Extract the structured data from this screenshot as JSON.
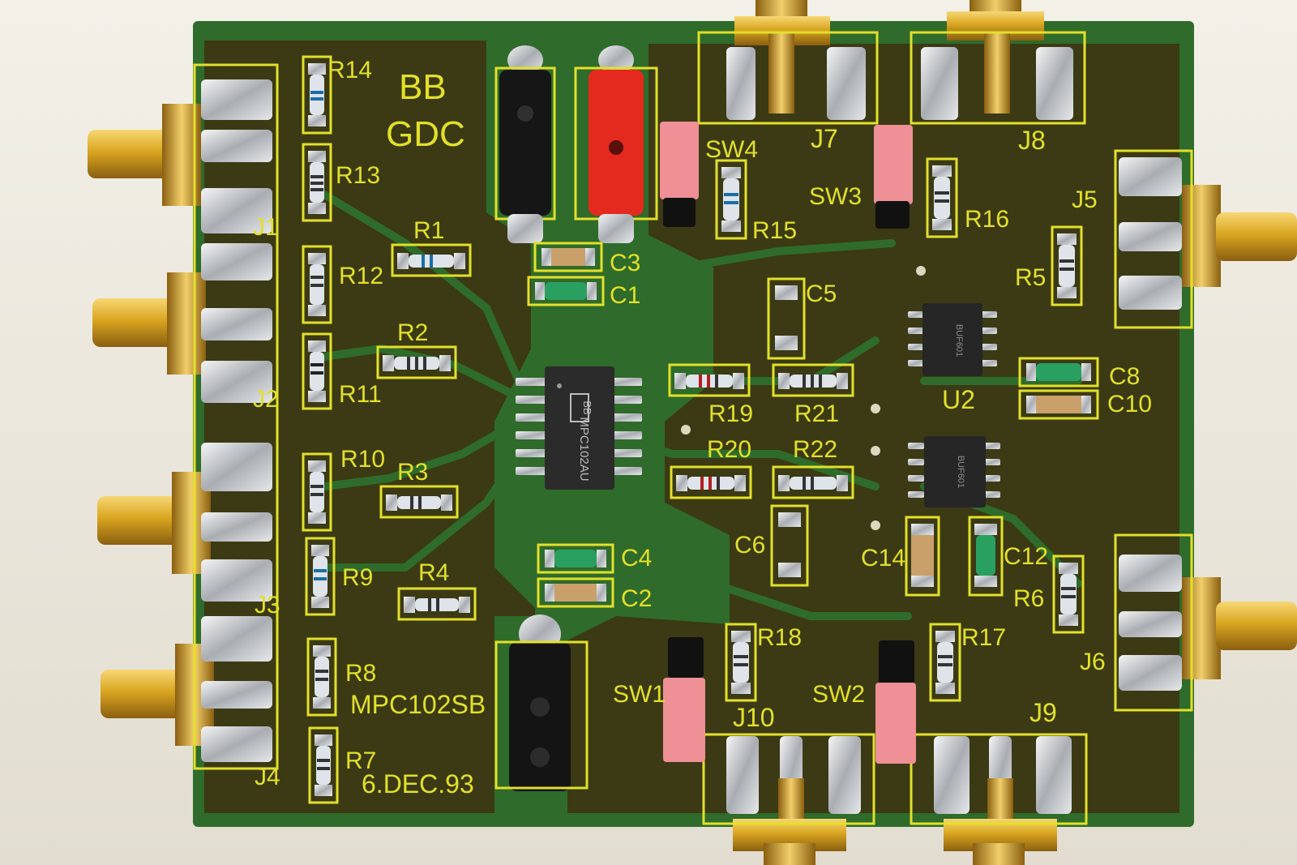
{
  "board": {
    "header_line1": "BB",
    "header_line2": "GDC",
    "part_number": "MPC102SB",
    "date": "6.DEC.93"
  },
  "chips": {
    "main_brand": "BB",
    "main_mark": "MPC102AU",
    "u2_mark": "BUF601",
    "u2b_mark": "BUF601"
  },
  "labels": {
    "R1": "R1",
    "R2": "R2",
    "R3": "R3",
    "R4": "R4",
    "R5": "R5",
    "R6": "R6",
    "R7": "R7",
    "R8": "R8",
    "R9": "R9",
    "R10": "R10",
    "R11": "R11",
    "R12": "R12",
    "R13": "R13",
    "R14": "R14",
    "R15": "R15",
    "R16": "R16",
    "R17": "R17",
    "R18": "R18",
    "R19": "R19",
    "R20": "R20",
    "R21": "R21",
    "R22": "R22",
    "C1": "C1",
    "C2": "C2",
    "C3": "C3",
    "C4": "C4",
    "C5": "C5",
    "C6": "C6",
    "C8": "C8",
    "C10": "C10",
    "C12": "C12",
    "C14": "C14",
    "J1": "J1",
    "J2": "J2",
    "J3": "J3",
    "J4": "J4",
    "J5": "J5",
    "J6": "J6",
    "J7": "J7",
    "J8": "J8",
    "J9": "J9",
    "J10": "J10",
    "SW1": "SW1",
    "SW2": "SW2",
    "SW3": "SW3",
    "SW4": "SW4",
    "U2": "U2"
  },
  "colors": {
    "pcb_green": "#2f6b2a",
    "copper_fill": "#3b3a14",
    "silkscreen": "#e3e02a",
    "gold": "#d9a520",
    "solder": "#c9ccd0",
    "jumper_pink": "#ef8f96"
  }
}
